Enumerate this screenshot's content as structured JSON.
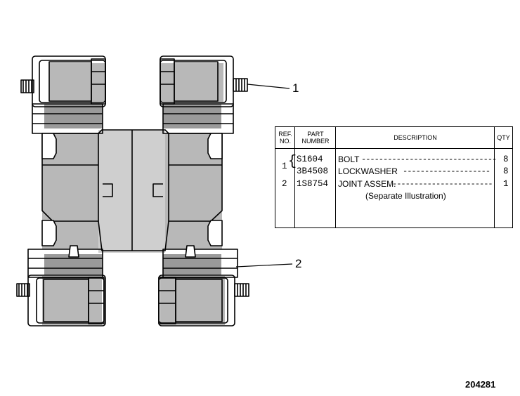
{
  "callouts": {
    "one": "1",
    "two": "2"
  },
  "table": {
    "headers": {
      "ref": "REF.\nNO.",
      "part": "PART\nNUMBER",
      "description": "DESCRIPTION",
      "qty": "QTY"
    },
    "rows": [
      {
        "ref": "1",
        "part": "S1604",
        "description": "BOLT",
        "qty": "8"
      },
      {
        "ref": "",
        "part": "3B4508",
        "description": "LOCKWASHER",
        "qty": "8"
      },
      {
        "ref": "2",
        "part": "1S8754",
        "description": "JOINT ASSEM.",
        "qty": "1"
      }
    ],
    "note": "(Separate Illustration)"
  },
  "figure_number": "204281"
}
